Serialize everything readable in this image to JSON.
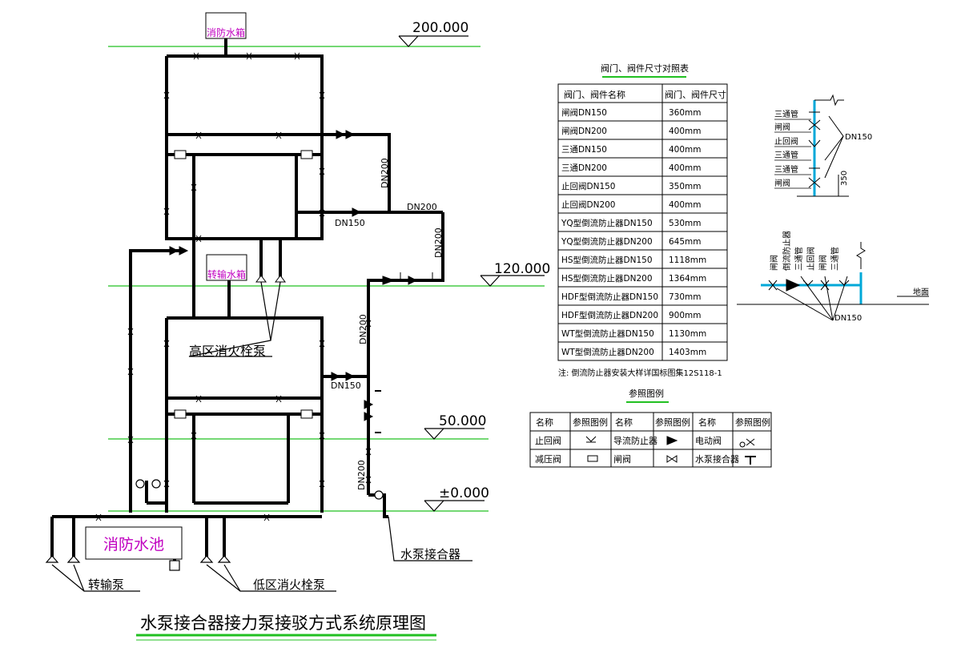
{
  "title": "水泵接合器接力泵接驳方式系统原理图",
  "levels": [
    "200.000",
    "120.000",
    "50.000",
    "±0.000"
  ],
  "tanks": {
    "roof_tank": "消防水箱",
    "transfer_tank": "转输水箱",
    "pool": "消防水池"
  },
  "callouts": {
    "high_zone_pump": "高区消火栓泵",
    "low_zone_pump": "低区消火栓泵",
    "transfer_pump": "转输泵",
    "pump_connector": "水泵接合器"
  },
  "pipe_labels": {
    "dn200_a": "DN200",
    "dn200_b": "DN200",
    "dn200_c": "DN200",
    "dn200_d": "DN200",
    "dn200_e": "DN200",
    "dn150_a": "DN150",
    "dn150_b": "DN150"
  },
  "size_table": {
    "title": "阀门、阀件尺寸对照表",
    "headers": [
      "阀门、阀件名称",
      "阀门、阀件尺寸"
    ],
    "rows": [
      [
        "闸阀DN150",
        "360mm"
      ],
      [
        "闸阀DN200",
        "400mm"
      ],
      [
        "三通DN150",
        "400mm"
      ],
      [
        "三通DN200",
        "400mm"
      ],
      [
        "止回阀DN150",
        "350mm"
      ],
      [
        "止回阀DN200",
        "400mm"
      ],
      [
        "YQ型倒流防止器DN150",
        "530mm"
      ],
      [
        "YQ型倒流防止器DN200",
        "645mm"
      ],
      [
        "HS型倒流防止器DN150",
        "1118mm"
      ],
      [
        "HS型倒流防止器DN200",
        "1364mm"
      ],
      [
        "HDF型倒流防止器DN150",
        "730mm"
      ],
      [
        "HDF型倒流防止器DN200",
        "900mm"
      ],
      [
        "WT型倒流防止器DN150",
        "1130mm"
      ],
      [
        "WT型倒流防止器DN200",
        "1403mm"
      ]
    ],
    "note": "注: 倒流防止器安装大样详国标图集12S118-1"
  },
  "legend": {
    "title": "参照图例",
    "headers": [
      "名称",
      "参照图例",
      "名称",
      "参照图例",
      "名称",
      "参照图例"
    ],
    "rows": [
      [
        "止回阀",
        "导流防止器",
        "电动阀"
      ],
      [
        "减压阀",
        "闸阀",
        "水泵接合器"
      ]
    ]
  },
  "detail_top": {
    "labels": [
      "三通管",
      "闸阀",
      "止回阀",
      "三通管",
      "三通管",
      "闸阀"
    ],
    "dn": "DN150",
    "dim": "350"
  },
  "detail_bottom": {
    "labels": [
      "闸阀",
      "倒流防止器",
      "三通管",
      "止回阀",
      "闸阀",
      "三通管"
    ],
    "dn": "DN150",
    "ground": "地面"
  }
}
